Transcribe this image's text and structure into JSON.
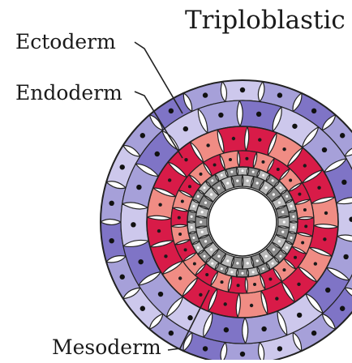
{
  "title": "Triploblastic",
  "labels": {
    "ectoderm": "Ectoderm",
    "endoderm": "Endoderm",
    "mesoderm": "Mesoderm"
  },
  "layers": {
    "ectoderm_color": "#a6a0d9",
    "ectoderm_dark_color": "#7f74c6",
    "ectoderm_light_color": "#cdc8ec",
    "mesoderm_color": "#d81b48",
    "mesoderm_light_color": "#f08c84",
    "endoderm_color": "#b8b8b8",
    "endoderm_dark_color": "#8c8c8c",
    "outline_color": "#222222",
    "lumen_color": "#ffffff"
  }
}
